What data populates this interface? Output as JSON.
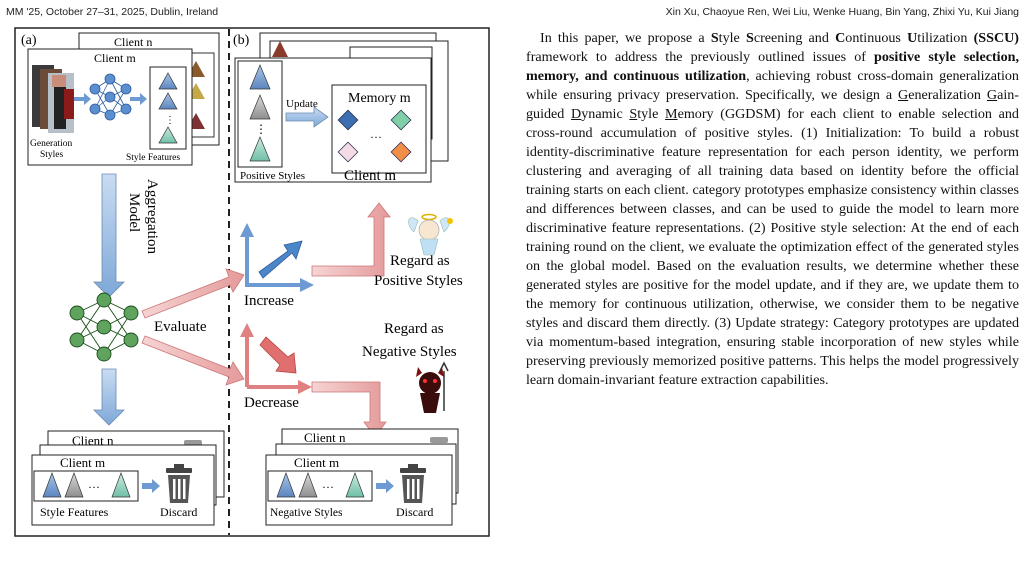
{
  "header": {
    "left": "MM '25, October 27–31, 2025, Dublin, Ireland",
    "right": "Xin Xu, Chaoyue Ren, Wei Liu, Wenke Huang, Bin Yang, Zhixi Yu, Kui Jiang"
  },
  "figure": {
    "panel_a": "(a)",
    "panel_b": "(b)",
    "client_n": "Client n",
    "client_m": "Client m",
    "generation_styles_1": "Generation",
    "generation_styles_2": "Styles",
    "style_features": "Style Features",
    "model_aggregation_1": "Model",
    "model_aggregation_2": "Aggregation",
    "evaluate": "Evaluate",
    "increase": "Increase",
    "decrease": "Decrease",
    "regard_as": "Regard as",
    "positive_styles_label": "Positive Styles",
    "negative_styles_label": "Negative Styles",
    "memory_m": "Memory m",
    "update": "Update",
    "positive_styles": "Positive Styles",
    "negative_styles": "Negative Styles",
    "discard": "Discard",
    "ellipsis": "···"
  },
  "body": {
    "s1": "In this paper, we propose a ",
    "s2": "S",
    "s3": "tyle ",
    "s4": "S",
    "s5": "creening and ",
    "s6": "C",
    "s7": "ontinuous ",
    "s8": "U",
    "s9": "tilization ",
    "s10": "(SSCU)",
    "s11": " framework to address the previously outlined issues of ",
    "s12": "positive style selection, memory, and continuous utilization",
    "s13": ", achieving robust cross-domain generalization while ensuring privacy preservation. Specifically, we design a ",
    "u1": "G",
    "s14": "eneralization ",
    "u2": "G",
    "s15": "ain-guided ",
    "u3": "D",
    "s16": "ynamic ",
    "u4": "S",
    "s17": "tyle ",
    "u5": "M",
    "s18": "emory (GGDSM) for each client to enable selection and cross-round accumulation of positive styles. (1) Initialization: To build a robust identity-discriminative feature representation for each person identity, we perform clustering and averaging of all training data based on identity before the official training starts on each client. category prototypes emphasize consistency within classes and differences between classes, and can be used to guide the model to learn more discriminative feature representations. (2) Positive style selection: At the end of each training round on the client, we evaluate the optimization effect of the generated styles on the global model. Based on the evaluation results, we determine whether these generated styles are positive for the model update, and if they are, we update them to the memory for continuous utilization, otherwise, we consider them to be negative styles and discard them directly. (3) Update strategy: Category prototypes are updated via momentum-based integration, ensuring stable incorporation of new styles while preserving previously memorized positive patterns. This helps the model progressively learn domain-invariant feature extraction capabilities."
  }
}
